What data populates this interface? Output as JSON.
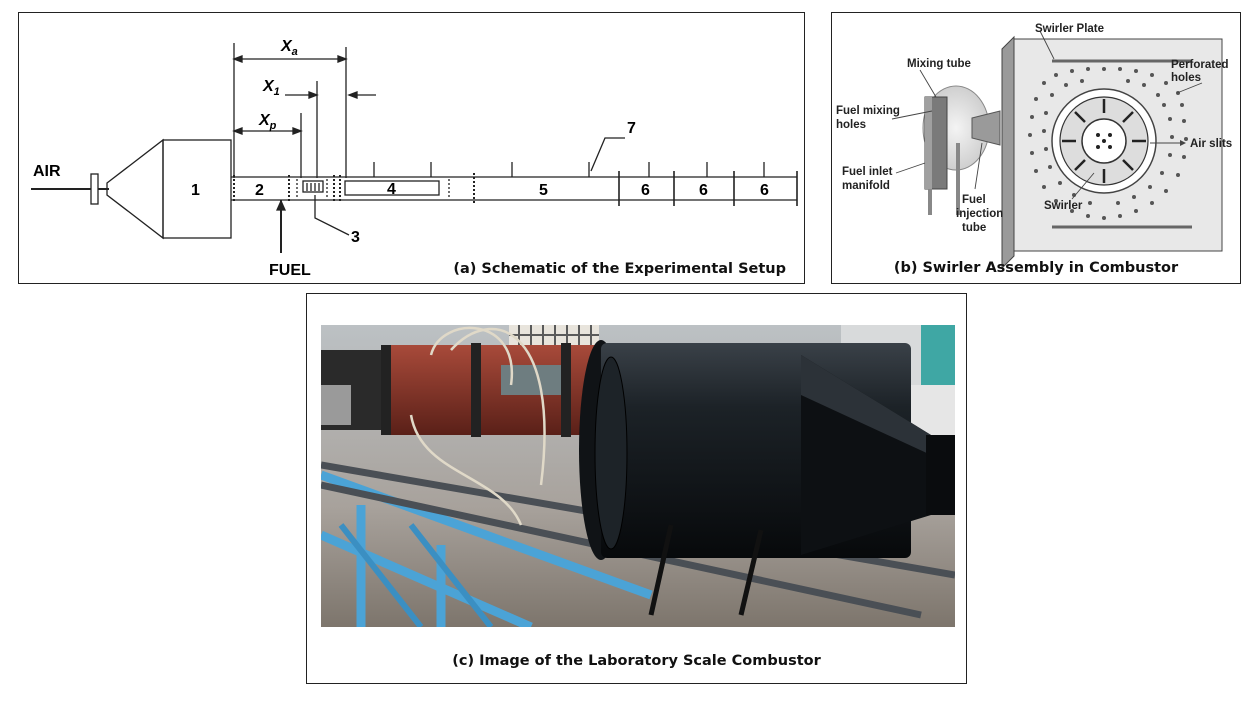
{
  "panel_a": {
    "caption": "(a) Schematic of the Experimental Setup",
    "labels": {
      "air": "AIR",
      "fuel": "FUEL",
      "xa": "X",
      "xa_sub": "a",
      "x1": "X",
      "x1_sub": "1",
      "xp": "X",
      "xp_sub": "p",
      "section_1": "1",
      "section_2": "2",
      "section_3": "3",
      "section_4": "4",
      "section_5": "5",
      "section_6a": "6",
      "section_6b": "6",
      "section_6c": "6",
      "section_7": "7"
    }
  },
  "panel_b": {
    "caption": "(b) Swirler Assembly in Combustor",
    "labels": {
      "swirler_plate": "Swirler Plate",
      "perforated_1": "Perforated",
      "perforated_2": "holes",
      "mixing_tube": "Mixing tube",
      "fuel_mixing_1": "Fuel mixing",
      "fuel_mixing_2": "holes",
      "air_slits": "Air slits",
      "fuel_inlet_1": "Fuel inlet",
      "fuel_inlet_2": "manifold",
      "fuel_injection_1": "Fuel",
      "fuel_injection_2": "injection",
      "fuel_injection_3": "tube",
      "swirler": "Swirler"
    }
  },
  "panel_c": {
    "caption": "(c) Image of the Laboratory Scale Combustor"
  }
}
